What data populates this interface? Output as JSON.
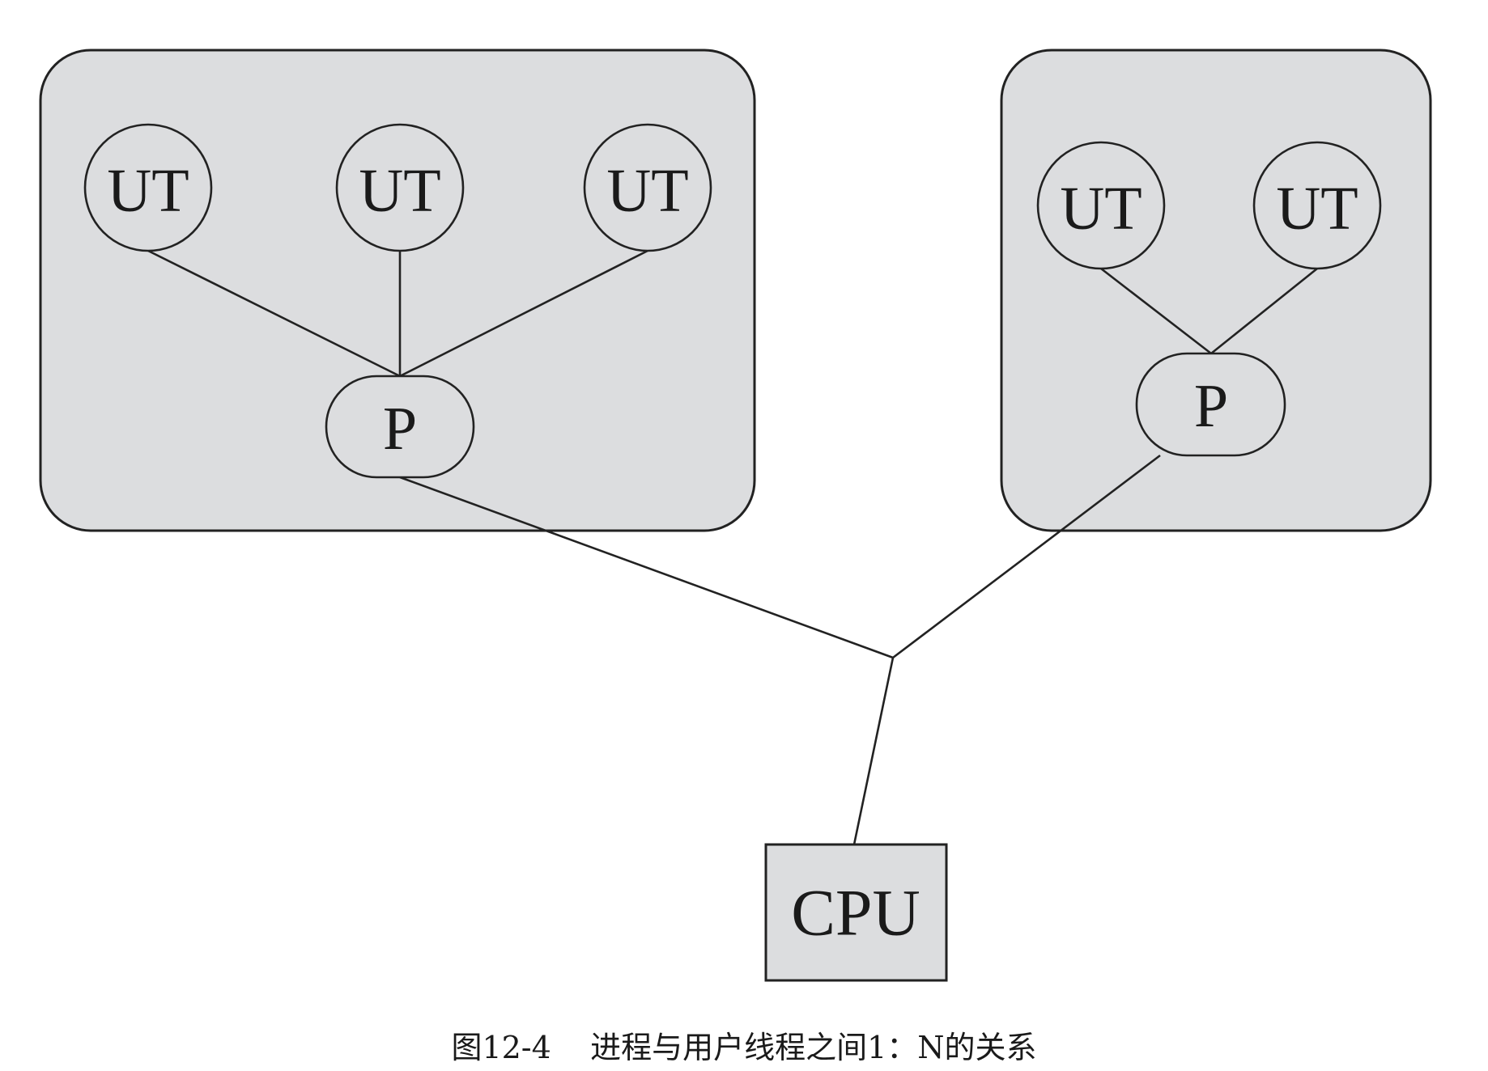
{
  "diagram": {
    "process_groups": [
      {
        "process_label": "P",
        "user_threads": [
          "UT",
          "UT",
          "UT"
        ]
      },
      {
        "process_label": "P",
        "user_threads": [
          "UT",
          "UT"
        ]
      }
    ],
    "cpu_label": "CPU"
  },
  "caption": "图12-4    进程与用户线程之间1：N的关系"
}
